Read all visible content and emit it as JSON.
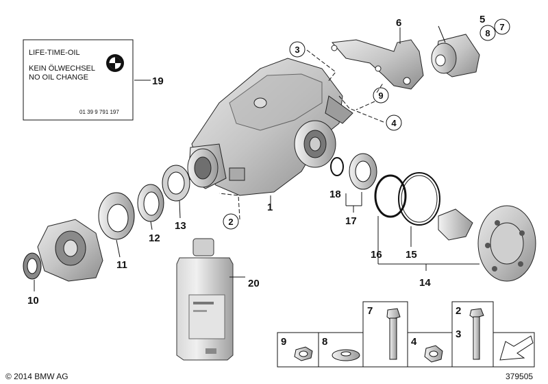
{
  "label_box": {
    "line1": "LIFE-TIME-OIL",
    "line2": "KEIN ÖLWECHSEL",
    "line3": "NO OIL CHANGE",
    "part_number": "01 39 9 791 197",
    "logo": "bmw-roundel-logo"
  },
  "callouts": {
    "c1": "1",
    "c2": "2",
    "c3": "3",
    "c4": "4",
    "c5": "5",
    "c6": "6",
    "c7": "7",
    "c8": "8",
    "c9": "9",
    "c10": "10",
    "c11": "11",
    "c12": "12",
    "c13": "13",
    "c14": "14",
    "c15": "15",
    "c16": "16",
    "c17": "17",
    "c18": "18",
    "c19": "19",
    "c20": "20"
  },
  "hardware_kit": {
    "k9": "9",
    "k8": "8",
    "k7": "7",
    "k4": "4",
    "k2": "2",
    "k3": "3"
  },
  "footer": {
    "copyright": "© 2014 BMW AG",
    "diagram_number": "379505"
  }
}
